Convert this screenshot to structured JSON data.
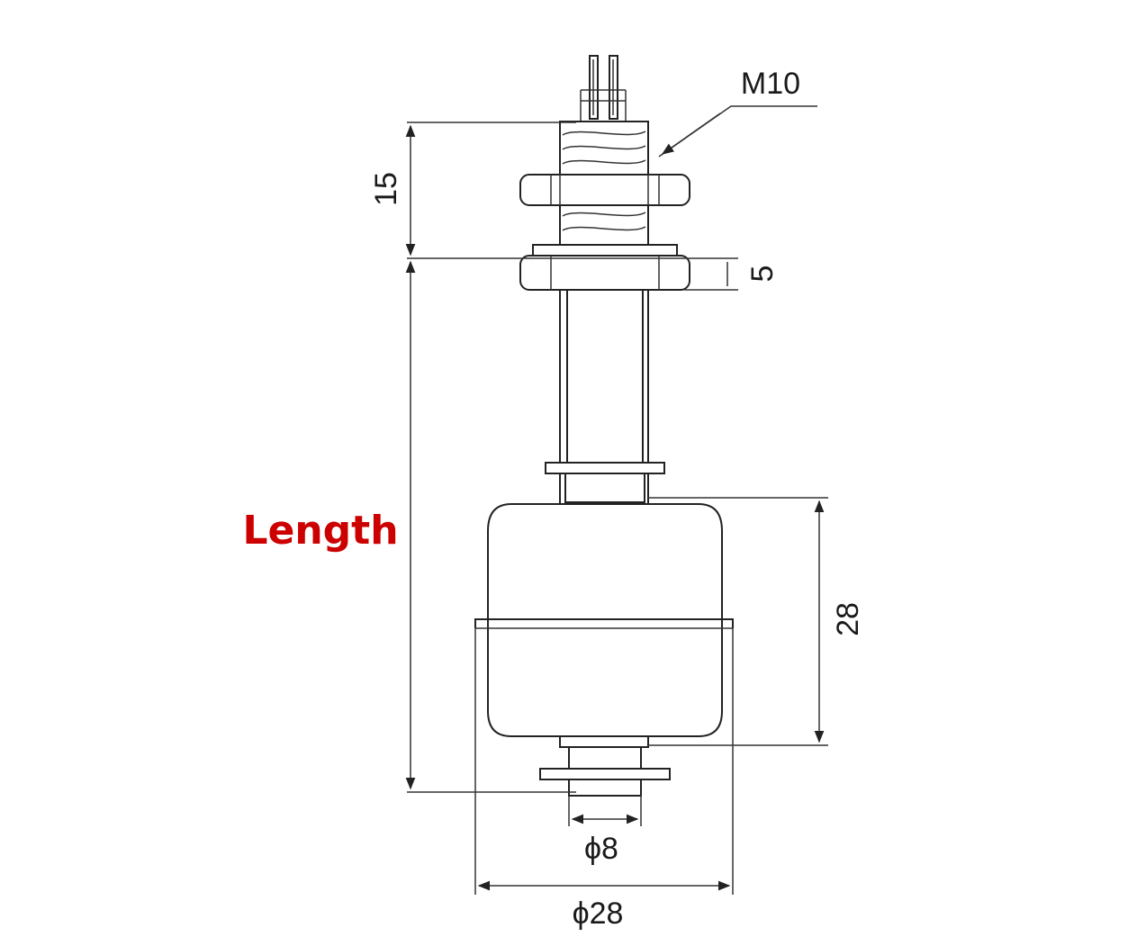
{
  "labels": {
    "thread": "M10",
    "top_height": "15",
    "nut_height": "5",
    "length": "Length",
    "float_height": "28",
    "stem_dia": "ϕ8",
    "float_dia": "ϕ28"
  },
  "colors": {
    "length_label": "#cc0000",
    "line": "#222222"
  }
}
